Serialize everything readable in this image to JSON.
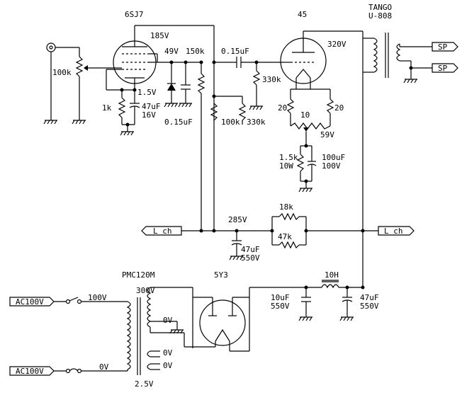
{
  "labels": {
    "tube_6sj7": "6SJ7",
    "tube_45": "45",
    "tube_5y3": "5Y3",
    "tango": "TANGO",
    "u808": "U-808",
    "pmc": "PMC120M",
    "v185": "185V",
    "v49": "49V",
    "r150k": "150k",
    "c015a": "0.15uF",
    "v320": "320V",
    "r100k_pot": "100k",
    "r330k_a": "330k",
    "v15": "1.5V",
    "c47uf": "47uF",
    "v16": "16V",
    "r1k": "1k",
    "c015b": "0.15uF",
    "r100k": "100k",
    "r330k_b": "330k",
    "r20a": "20",
    "r10": "10",
    "r20b": "20",
    "v59": "59V",
    "r15k": "1.5k",
    "w10": "10W",
    "c100uf": "100uF",
    "v100": "100V",
    "r18k": "18k",
    "v285": "285V",
    "r47k": "47k",
    "c47uf_b": "47uF",
    "v550_a": "550V",
    "lch_left": "L ch",
    "lch_right": "L ch",
    "sp1": "SP",
    "sp2": "SP",
    "l10h": "10H",
    "c10uf": "10uF",
    "v550_b": "550V",
    "c47uf_c": "47uF",
    "v550_c": "550V",
    "v300": "300V",
    "v100ac": "100V",
    "v0_a": "0V",
    "v0_b": "0V",
    "v0_c": "0V",
    "v0_d": "0V",
    "v25": "2.5V",
    "ac_in1": "AC100V",
    "ac_in2": "AC100V"
  }
}
